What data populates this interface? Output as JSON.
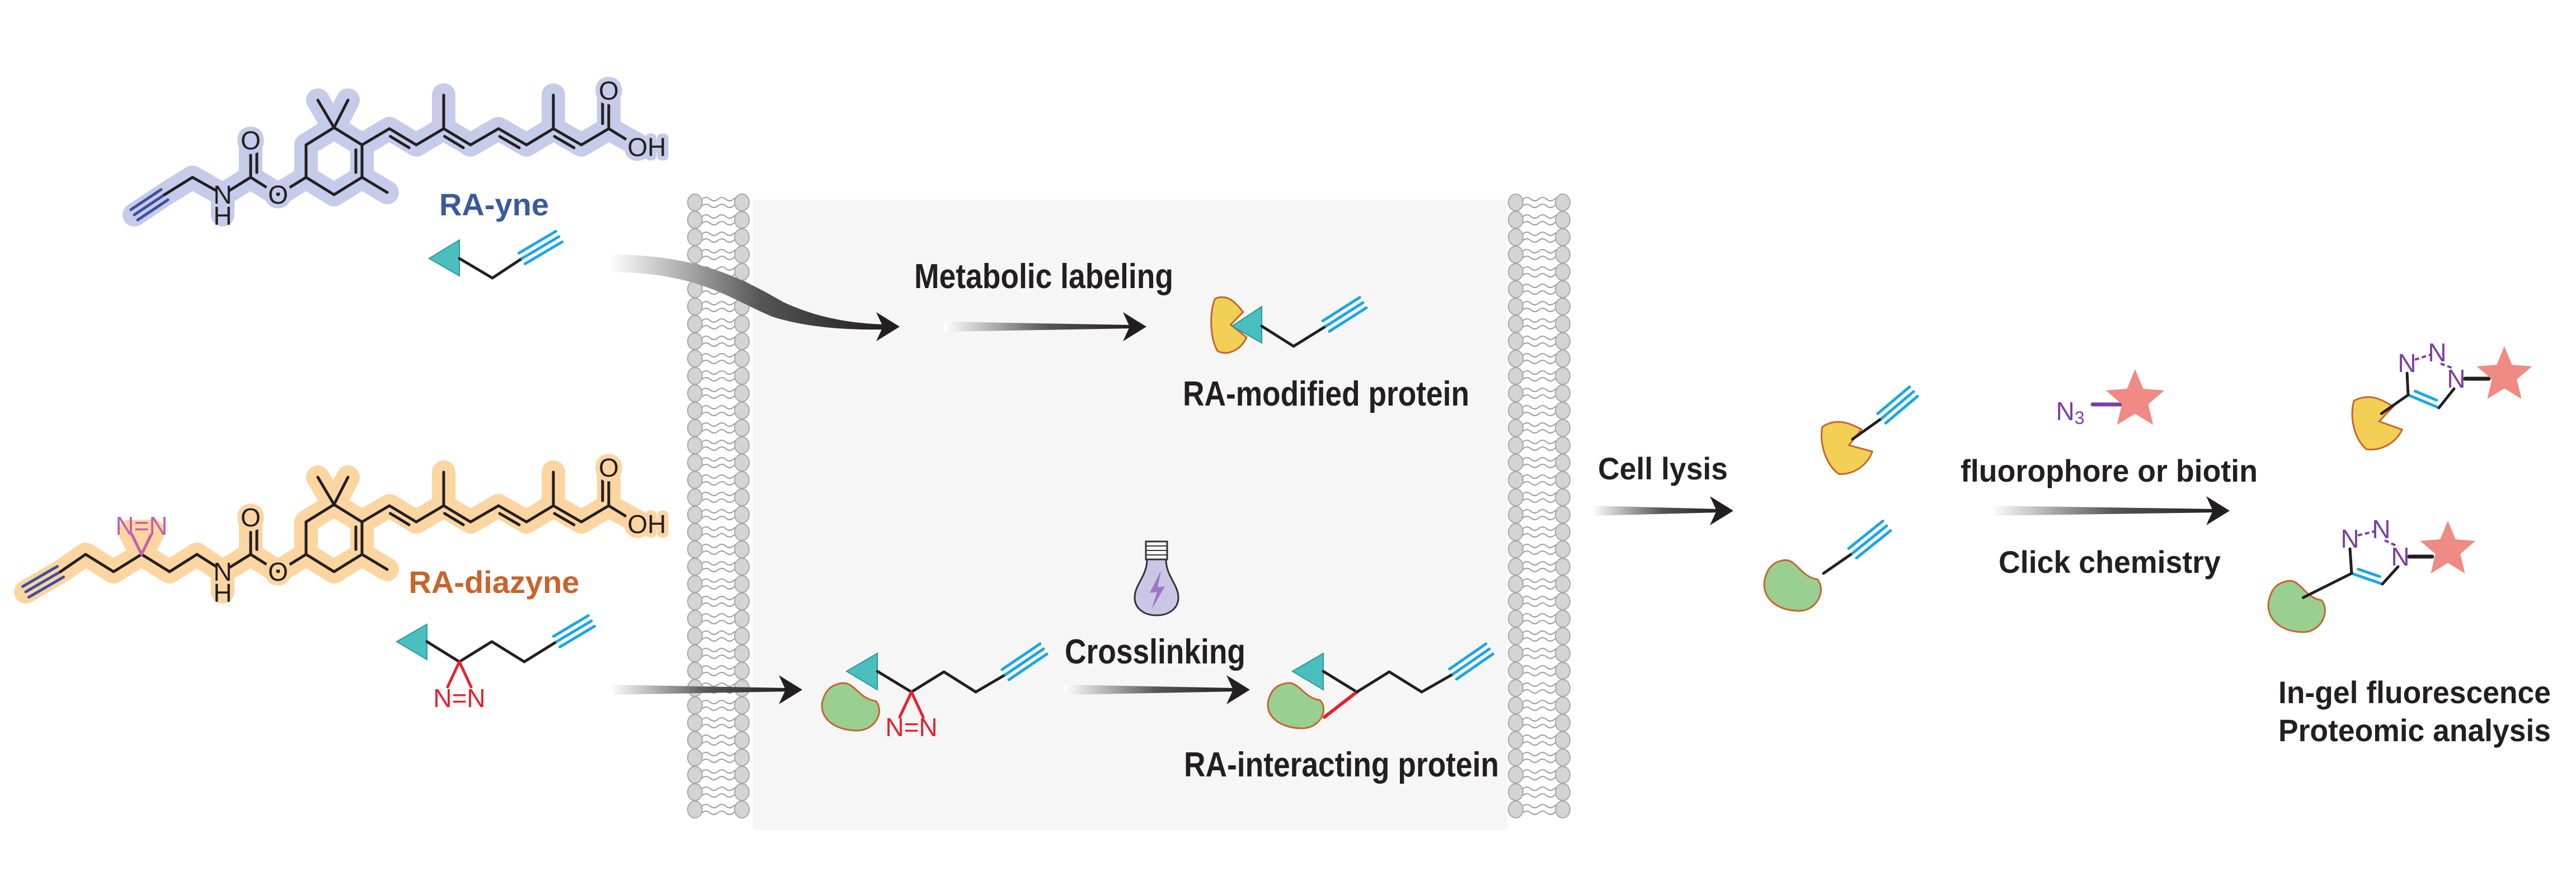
{
  "compounds": {
    "ra_yne": {
      "name": "RA-yne",
      "color": "#3a5a9e",
      "halo_color": "#c5cbe8"
    },
    "ra_diazyne": {
      "name": "RA-diazyne",
      "color": "#c8642c",
      "halo_color": "#fdd5a0"
    }
  },
  "steps": {
    "metabolic_labeling": "Metabolic labeling",
    "crosslinking": "Crosslinking",
    "cell_lysis": "Cell lysis",
    "reagent": "fluorophore or biotin",
    "click_chemistry": "Click chemistry"
  },
  "products": {
    "modified": "RA-modified protein",
    "interacting": "RA-interacting protein"
  },
  "readouts": [
    "In-gel fluorescence",
    "Proteomic analysis"
  ],
  "atoms": {
    "oxygen": "O",
    "hydroxyl": "OH",
    "nitrogen": "N",
    "hydrogen": "H",
    "diazirine": "N=N",
    "azide": "N",
    "azide_subscript": "3"
  },
  "icons": [
    "lipid-bilayer-membrane",
    "lightbulb-uv-icon",
    "star-fluorophore-icon",
    "protein-blob",
    "gradient-arrow"
  ],
  "colors": {
    "bond": "#231f20",
    "alkyne": "#1aa6e6",
    "teal_tag": "#4bbfbf",
    "yellow_protein": "#f2cf55",
    "green_protein": "#99cf90",
    "protein_outline": "#c8642c",
    "diazirine_red": "#e8202a",
    "triazole_purple": "#7b3f9e",
    "star": "#f08a84",
    "cell_interior": "#f6f6f6",
    "membrane_head": "#d4d4d4"
  }
}
